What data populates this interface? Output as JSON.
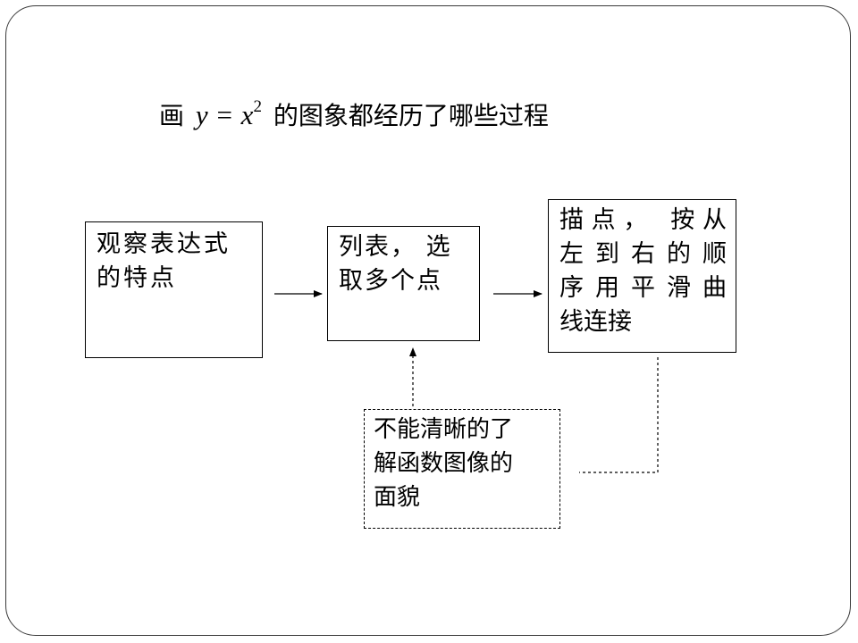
{
  "title": {
    "prefix": "画",
    "math_y": "y",
    "math_eq": "=",
    "math_x": "x",
    "math_exp": "2",
    "suffix": "的图象都经历了哪些过程"
  },
  "boxes": {
    "observe": {
      "lines": [
        "观察表达式",
        "的特点"
      ]
    },
    "tabulate": {
      "lines": [
        "列表， 选",
        "取多个点"
      ]
    },
    "plot": {
      "lines": [
        "描点， 按从",
        "左到右的顺",
        "序用平滑曲",
        "线连接"
      ]
    },
    "limitation": {
      "lines": [
        "不能清晰的了",
        "解函数图像的",
        "面貌"
      ]
    }
  }
}
